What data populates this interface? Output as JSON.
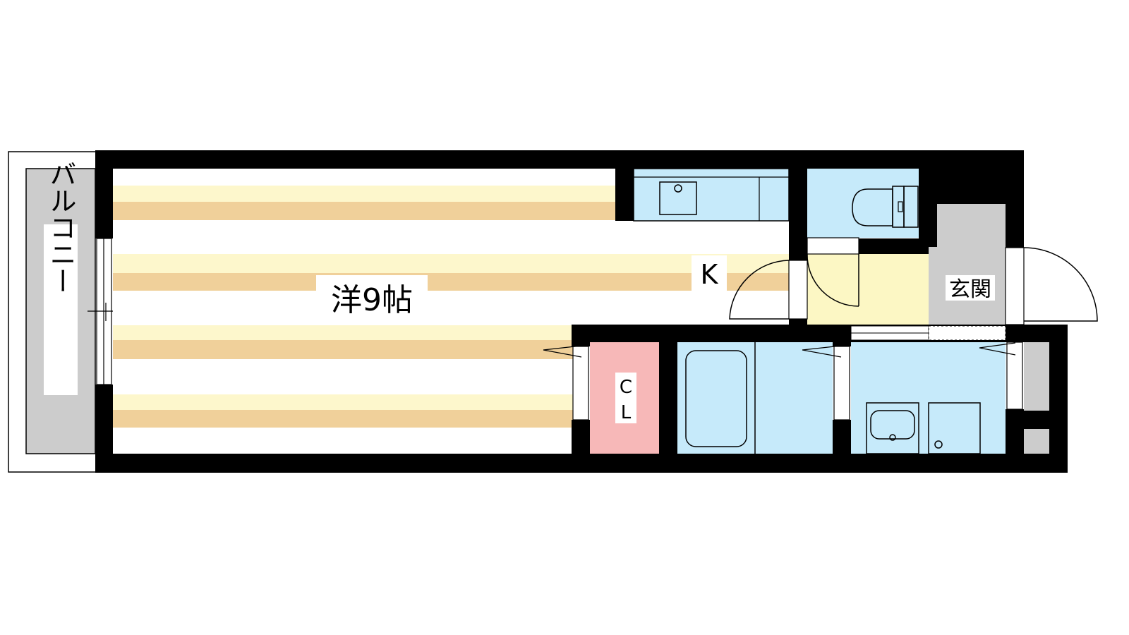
{
  "floor_plan": {
    "rooms": {
      "balcony": "バルコニー",
      "western_room": "洋9帖",
      "kitchen": "K",
      "closet_top": "C",
      "closet_bottom": "L",
      "entrance": "玄関"
    },
    "colors": {
      "wall": "#000000",
      "balcony": "#cccccc",
      "floor_stripe_light": "#fdf7cc",
      "floor_stripe_dark": "#f0d09a",
      "wet_area": "#c6eafa",
      "closet": "#f7b8b8",
      "hallway": "#fcf7c4",
      "entrance": "#cccccc"
    }
  }
}
